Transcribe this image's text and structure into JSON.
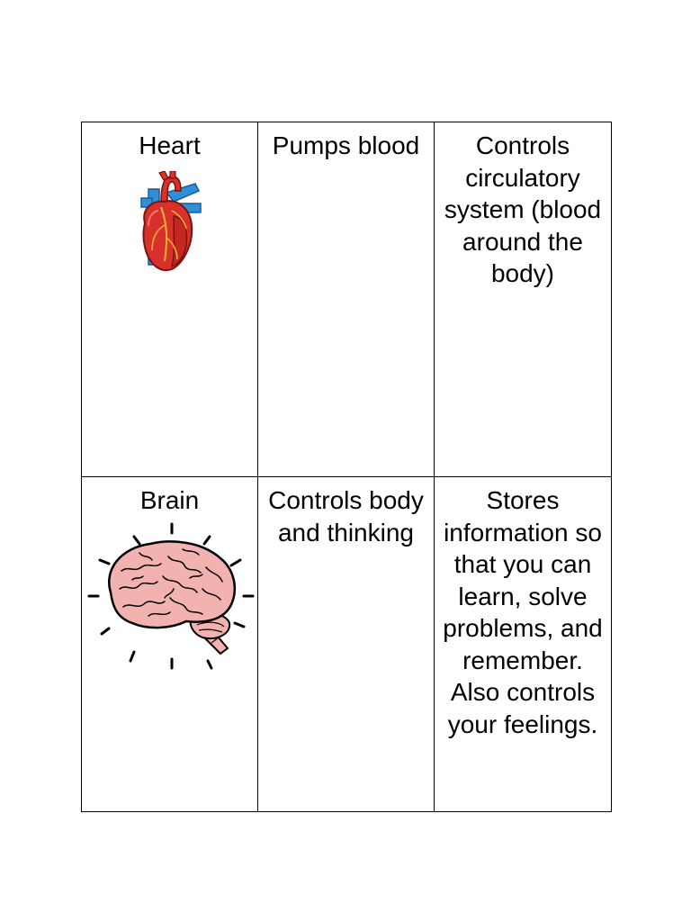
{
  "rows": [
    {
      "organ": "Heart",
      "function": "Pumps blood",
      "role": "Controls circulatory system (blood around the body)",
      "icon": "heart-icon"
    },
    {
      "organ": "Brain",
      "function": "Controls body and thinking",
      "role": "Stores information so that you can learn, solve problems, and remember. Also controls your feelings.",
      "icon": "brain-icon"
    }
  ],
  "colors": {
    "heart_red": "#d8302a",
    "vessel_blue": "#2f8fd8",
    "brain_pink": "#f2b3b0",
    "outline": "#000000"
  }
}
